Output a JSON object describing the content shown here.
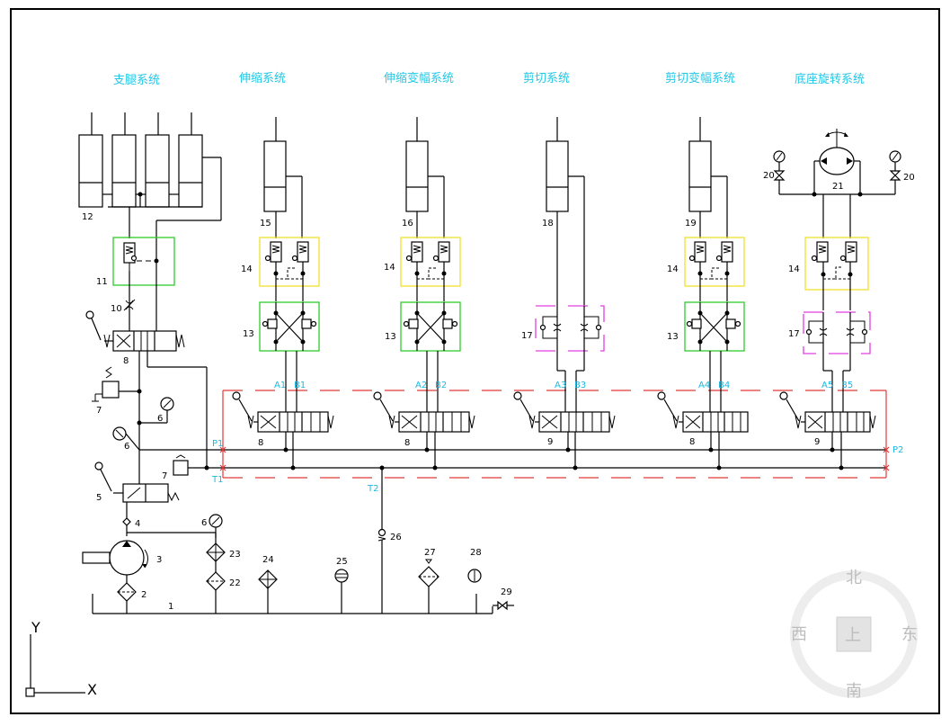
{
  "systems": [
    {
      "title": "支腿系统"
    },
    {
      "title": "伸缩系统"
    },
    {
      "title": "伸缩变幅系统"
    },
    {
      "title": "剪切系统"
    },
    {
      "title": "剪切变幅系统"
    },
    {
      "title": "底座旋转系统"
    }
  ],
  "ports": {
    "a1": "A1",
    "b1": "B1",
    "a2": "A2",
    "b2": "B2",
    "a3": "A3",
    "b3": "B3",
    "a4": "A4",
    "b4": "B4",
    "a5": "A5",
    "b5": "B5",
    "p1": "P1",
    "p2": "P2",
    "t1": "T1",
    "t2": "T2"
  },
  "numbers": {
    "n1": "1",
    "n2": "2",
    "n3": "3",
    "n4": "4",
    "n5": "5",
    "n6a": "6",
    "n6b": "6",
    "n6c": "6",
    "n7a": "7",
    "n7b": "7",
    "n8a": "8",
    "n8b": "8",
    "n8c": "8",
    "n8d": "8",
    "n9a": "9",
    "n9b": "9",
    "n10": "10",
    "n11": "11",
    "n12": "12",
    "n13a": "13",
    "n13b": "13",
    "n13c": "13",
    "n14a": "14",
    "n14b": "14",
    "n14c": "14",
    "n14d": "14",
    "n15": "15",
    "n16": "16",
    "n17a": "17",
    "n17b": "17",
    "n18": "18",
    "n19": "19",
    "n20a": "20",
    "n20b": "20",
    "n21": "21",
    "n22": "22",
    "n23": "23",
    "n24": "24",
    "n25": "25",
    "n26": "26",
    "n27": "27",
    "n28": "28",
    "n29": "29"
  },
  "compass": {
    "north": "北",
    "south": "南",
    "east": "东",
    "west": "西",
    "top": "上"
  },
  "ucs": {
    "x_label": "X",
    "y_label": "Y"
  },
  "colors": {
    "title": "#22c8e6",
    "port_label": "#1fb8e0",
    "pipe_red": "#e23a3a",
    "box_green": "#2ecc2e",
    "box_yellow": "#f2e02a",
    "box_magenta": "#e040e0",
    "line": "#000000",
    "compass": "#bdbdbd"
  }
}
